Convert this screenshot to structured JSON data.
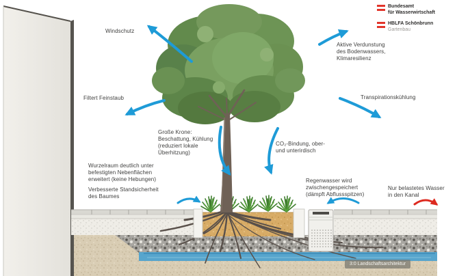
{
  "header": {
    "logos": [
      {
        "icon": "austria-flag-icon",
        "line1": "Bundesamt",
        "line2": "für Wasserwirtschaft"
      },
      {
        "icon": "austria-flag-icon",
        "line1": "HBLFA Schönbrunn",
        "line2": "Gartenbau"
      }
    ]
  },
  "annotations": {
    "windschutz": "Windschutz",
    "filtert_feinstaub": "Filtert Feinstaub",
    "aktive_verdunstung": "Aktive Verdunstung\ndes Bodenwassers,\nKlimaresilienz",
    "transpirationskuehlung": "Transpirationskühlung",
    "grosse_krone": "Große Krone:\nBeschattung, Kühlung\n(reduziert lokale\nÜberhitzung)",
    "co2_bindung": "CO₂-Bindung, ober-\nund unterirdisch",
    "wurzelraum": "Wurzelraum deutlich unter\nbefestigten Nebenflächen\nerweitert (keine Hebungen)",
    "standsicherheit": "Verbesserte Standsicherheit\ndes Baumes",
    "regenwasser": "Regenwasser wird\nzwischengespeichert\n(dämpft Abflussspitzen)",
    "kanal": "Nur belastetes Wasser\nin den Kanal"
  },
  "caption": "3:0 Landschaftsarchitektur",
  "arrows": {
    "windschutz": {
      "direction": "up-left",
      "color": "#1e9bd7"
    },
    "filtert_feinstaub": {
      "direction": "down-left",
      "color": "#1e9bd7"
    },
    "aktive_verdunstung": {
      "direction": "up-right",
      "color": "#1e9bd7"
    },
    "transpirationskuehlung": {
      "direction": "down-right",
      "color": "#1e9bd7"
    },
    "krone_links": {
      "direction": "down",
      "color": "#1e9bd7"
    },
    "co2": {
      "direction": "down",
      "color": "#1e9bd7"
    },
    "wasser_in_beet": {
      "direction": "right",
      "color": "#1e9bd7"
    },
    "regenwasser": {
      "direction": "left",
      "color": "#1e9bd7"
    },
    "kanal": {
      "direction": "right",
      "color": "#dd2a20"
    }
  },
  "colors": {
    "arrow_blue": "#1e9bd7",
    "arrow_red": "#dd2a20",
    "brand_red": "#e2352b",
    "water": "#57a5cd",
    "text": "#3e3e3d"
  }
}
